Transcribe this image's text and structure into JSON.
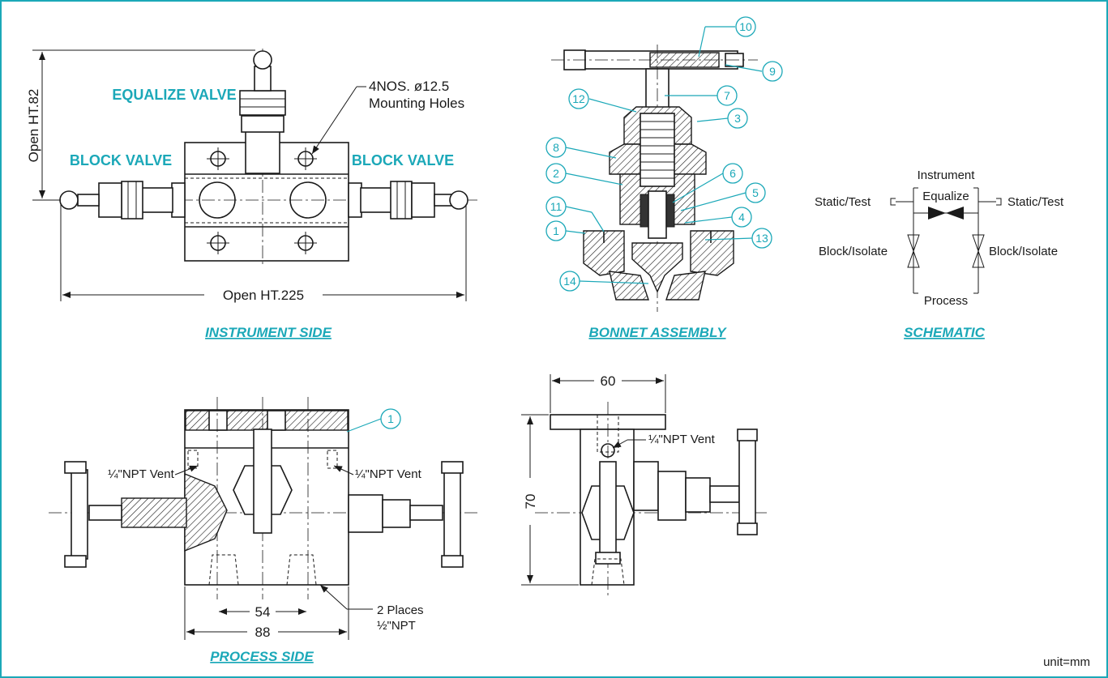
{
  "labels": {
    "equalize_valve": "EQUALIZE VALVE",
    "block_valve_left": "BLOCK VALVE",
    "block_valve_right": "BLOCK VALVE",
    "mounting_holes_1": "4NOS. ø12.5",
    "mounting_holes_2": "Mounting Holes",
    "open_ht_82": "Open HT.82",
    "open_ht_225": "Open HT.225",
    "vent_left": "¼\"NPT Vent",
    "vent_right": "¼\"NPT Vent",
    "vent_side": "¼\"NPT Vent",
    "dim_54": "54",
    "dim_88": "88",
    "dim_60": "60",
    "dim_70": "70",
    "places_1": "2 Places",
    "places_2": "½\"NPT",
    "unit": "unit=mm"
  },
  "captions": {
    "instrument_side": "INSTRUMENT SIDE",
    "bonnet_assembly": "BONNET ASSEMBLY",
    "schematic": "SCHEMATIC",
    "process_side": "PROCESS SIDE"
  },
  "schematic": {
    "instrument": "Instrument",
    "equalize": "Equalize",
    "static_test_left": "Static/Test",
    "static_test_right": "Static/Test",
    "block_isolate_left": "Block/Isolate",
    "block_isolate_right": "Block/Isolate",
    "process": "Process"
  },
  "balloons": [
    "1",
    "2",
    "3",
    "4",
    "5",
    "6",
    "7",
    "8",
    "9",
    "10",
    "11",
    "12",
    "13",
    "14"
  ],
  "process_balloon": "1",
  "colors": {
    "accent": "#1ba8b8",
    "line": "#1a1a1a"
  }
}
